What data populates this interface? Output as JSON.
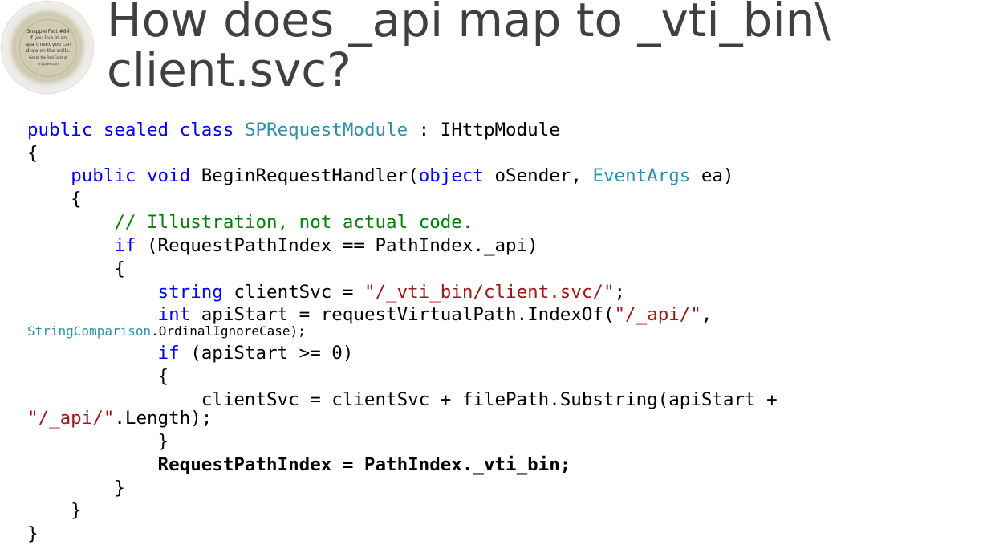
{
  "logo": {
    "heading": "Snapple Fact #84",
    "text": "If you live in an apartment you can draw on the walls.",
    "footer": "Get all the Real Facts at snapple.com"
  },
  "title": "How does _api map to _vti_bin\\ client.svc?",
  "code": [
    [
      [
        "kw",
        "public sealed class "
      ],
      [
        "type",
        "SPRequestModule"
      ],
      [
        "p",
        " : IHttpModule"
      ]
    ],
    [
      [
        "p",
        "{"
      ]
    ],
    [
      [
        "p",
        "    "
      ],
      [
        "kw",
        "public void "
      ],
      [
        "p",
        "BeginRequestHandler("
      ],
      [
        "kw",
        "object"
      ],
      [
        "p",
        " oSender, "
      ],
      [
        "type",
        "EventArgs"
      ],
      [
        "p",
        " ea)"
      ]
    ],
    [
      [
        "p",
        "    {"
      ]
    ],
    [
      [
        "cm",
        "        // Illustration, not actual code."
      ]
    ],
    [
      [
        "kw",
        "        if"
      ],
      [
        "p",
        " (RequestPathIndex == PathIndex._api)"
      ]
    ],
    [
      [
        "p",
        "        {"
      ]
    ],
    [
      [
        "kw",
        "            string"
      ],
      [
        "p",
        " clientSvc = "
      ],
      [
        "str",
        "\"/_vti_bin/client.svc/\""
      ],
      [
        "p",
        ";"
      ]
    ],
    [
      [
        "kw",
        "            int"
      ],
      [
        "p",
        " apiStart = requestVirtualPath.IndexOf("
      ],
      [
        "str",
        "\"/_api/\""
      ],
      [
        "p",
        ","
      ]
    ],
    [
      [
        "type",
        "StringComparison"
      ],
      [
        "p",
        ".OrdinalIgnoreCase);"
      ]
    ],
    [
      [
        "kw",
        "            if"
      ],
      [
        "p",
        " (apiStart >= 0)"
      ]
    ],
    [
      [
        "p",
        "            {"
      ]
    ],
    [
      [
        "p",
        "                clientSvc = clientSvc + filePath.Substring(apiStart +"
      ]
    ],
    [
      [
        "str",
        "\"/_api/\""
      ],
      [
        "p",
        ".Length);"
      ]
    ],
    [
      [
        "p",
        "            }"
      ]
    ],
    [
      [
        "bold",
        "            RequestPathIndex = PathIndex._vti_bin;"
      ]
    ],
    [
      [
        "p",
        "        }"
      ]
    ],
    [
      [
        "p",
        "    }"
      ]
    ],
    [
      [
        "p",
        "}"
      ]
    ]
  ]
}
